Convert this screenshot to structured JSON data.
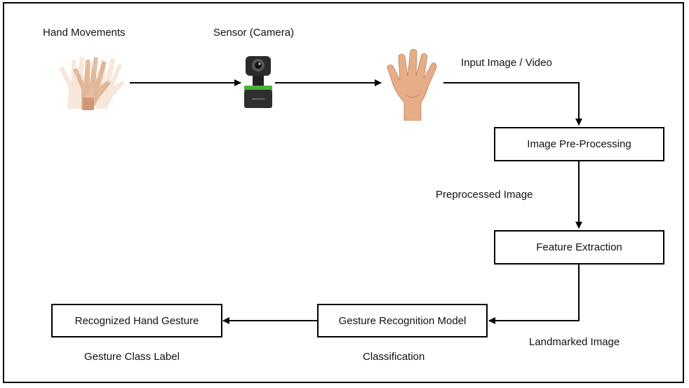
{
  "labels": {
    "hand_movements": "Hand Movements",
    "sensor": "Sensor (Camera)",
    "input_image": "Input Image / Video",
    "preprocessed_image": "Preprocessed Image",
    "landmarked_image": "Landmarked Image",
    "classification": "Classification",
    "gesture_class_label": "Gesture Class Label"
  },
  "boxes": {
    "image_preprocessing": "Image Pre-Processing",
    "feature_extraction": "Feature  Extraction",
    "gesture_recognition_model": "Gesture Recognition Model",
    "recognized_hand_gesture": "Recognized Hand Gesture"
  },
  "icons": {
    "hand_movements": "waving-hand-motion-icon",
    "sensor": "webcam-icon",
    "input": "open-palm-icon"
  }
}
